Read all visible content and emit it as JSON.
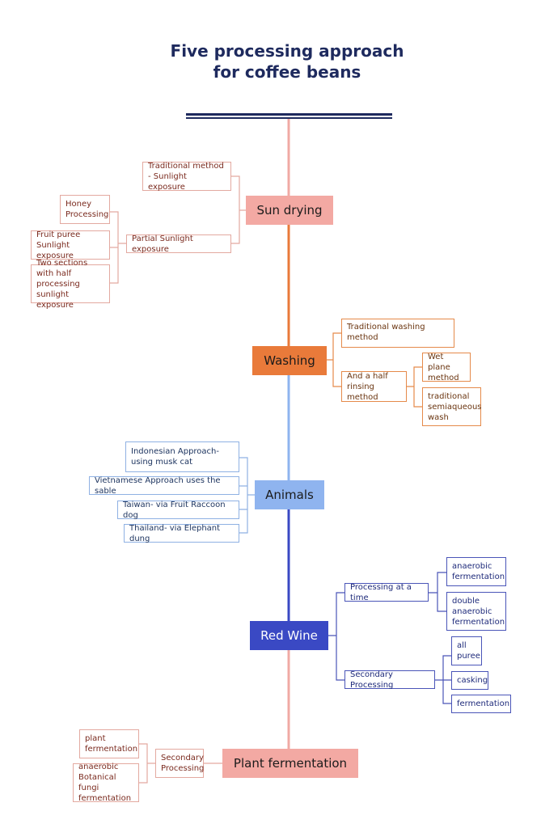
{
  "title": "Five processing approach for coffee beans",
  "colors": {
    "title_bar": "#1e2a5e",
    "sun": "#f3a9a3",
    "wash": "#e97a3a",
    "animals": "#8fb4ef",
    "wine": "#3a49c4",
    "plant": "#f3a9a3"
  },
  "sun_drying": {
    "label": "Sun drying",
    "traditional": "Traditional method - Sunlight exposure",
    "partial": "Partial Sunlight exposure",
    "honey": "Honey Processing",
    "fruit": "Fruit puree Sunlight exposure",
    "two_sections": "Two sections with half processing sunlight exposure"
  },
  "washing": {
    "label": "Washing",
    "traditional": "Traditional washing method",
    "half": "And a half rinsing method",
    "wet": "Wet plane method",
    "semi": "traditional semiaqueous wash"
  },
  "animals": {
    "label": "Animals",
    "indonesian": "Indonesian Approach- using musk cat",
    "vietnamese": "Vietnamese Approach uses the sable",
    "taiwan": "Taiwan- via Fruit Raccoon dog",
    "thailand": "Thailand- via Elephant dung"
  },
  "red_wine": {
    "label": "Red Wine",
    "at_a_time": "Processing at a time",
    "anaerobic": "anaerobic fermentation",
    "double": "double anaerobic fermentation",
    "secondary": "Secondary Processing",
    "puree": "all puree",
    "casking": "casking",
    "fermentation": "fermentation"
  },
  "plant": {
    "label": "Plant fermentation",
    "secondary": "Secondary Processing",
    "plant_ferm": "plant fermentation",
    "fungi": "anaerobic Botanical fungi fermentation"
  }
}
